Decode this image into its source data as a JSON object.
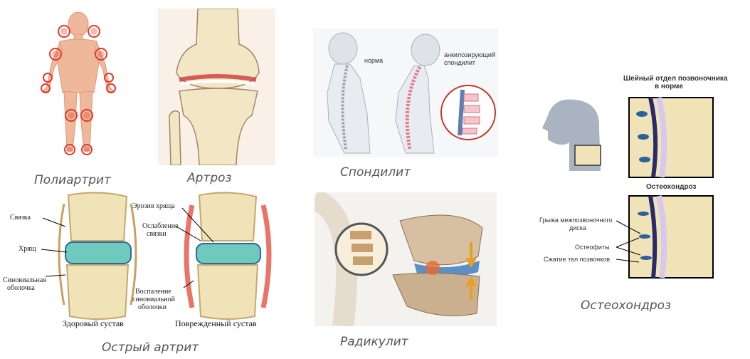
{
  "captions": {
    "polyarthritis": "Полиартрит",
    "arthrosis": "Артроз",
    "spondylitis": "Спондилит",
    "acute_arthritis": "Острый артрит",
    "radiculitis": "Радикулит",
    "osteochondrosis": "Остеохондроз"
  },
  "spondylitis": {
    "norm_label": "норма",
    "disease_label_1": "анкилозирующий",
    "disease_label_2": "спондилит"
  },
  "joint": {
    "ligament": "Связка",
    "meniscus": "Хрящ",
    "synovial_1": "Синовиальная",
    "synovial_2": "оболочка",
    "erosion": "Эрозия хряща",
    "weakening_1": "Ослабление",
    "weakening_2": "связки",
    "inflammation_1": "Воспаление",
    "inflammation_2": "синовиальной",
    "inflammation_3": "оболочки",
    "healthy": "Здоровый сустав",
    "damaged": "Поврежденный сустав"
  },
  "cervical": {
    "title_1": "Шейный отдел позвоночника",
    "title_2": "в норме",
    "title_osteo": "Остеохондроз",
    "hernia_1": "Грыжа межпозвоночного",
    "hernia_2": "диска",
    "osteophytes": "Остеофиты",
    "compression": "Сжатие тел позвонков"
  },
  "colors": {
    "skin": "#f0b89a",
    "inflammation": "#e03a2a",
    "bone": "#f1e3b8",
    "cartilage": "#6fc9bc",
    "disc": "#2a5fa0",
    "silhouette": "#a9b4c0",
    "caption": "#555555"
  }
}
